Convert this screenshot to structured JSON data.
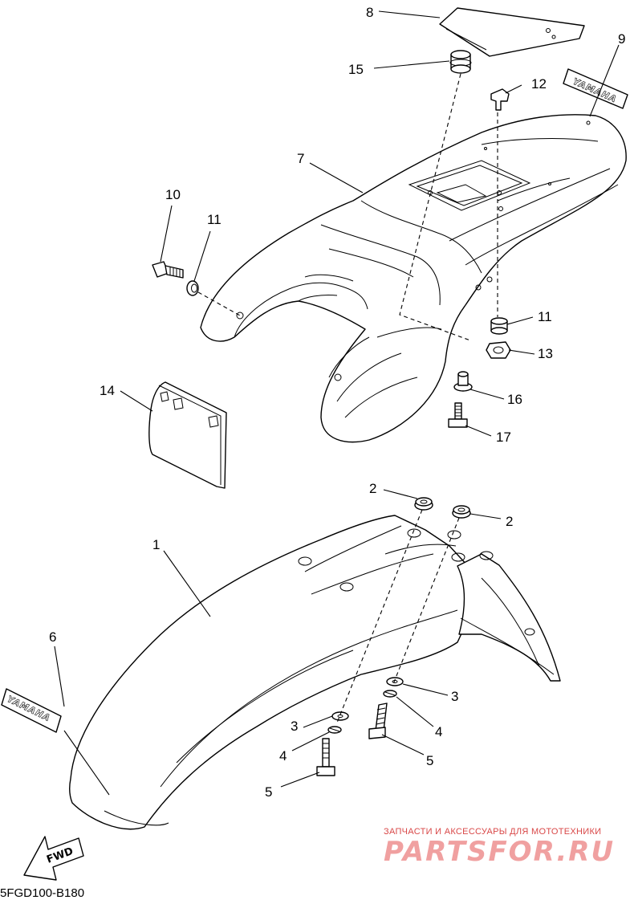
{
  "callouts": {
    "c1": "1",
    "c2a": "2",
    "c2b": "2",
    "c3a": "3",
    "c3b": "3",
    "c4a": "4",
    "c4b": "4",
    "c5a": "5",
    "c5b": "5",
    "c6": "6",
    "c7": "7",
    "c8": "8",
    "c9": "9",
    "c10": "10",
    "c11a": "11",
    "c11b": "11",
    "c12": "12",
    "c13": "13",
    "c14": "14",
    "c15": "15",
    "c16": "16",
    "c17": "17"
  },
  "decals": {
    "rear": "YAMAHA",
    "front": "YAMAHA"
  },
  "fwd_label": "FWD",
  "diagram_code": "5FGD100-B180",
  "watermark": {
    "subtitle": "ЗАПЧАСТИ И АКСЕССУАРЫ ДЛЯ МОТОТЕХНИКИ",
    "brand": "PARTSFOR.RU"
  }
}
